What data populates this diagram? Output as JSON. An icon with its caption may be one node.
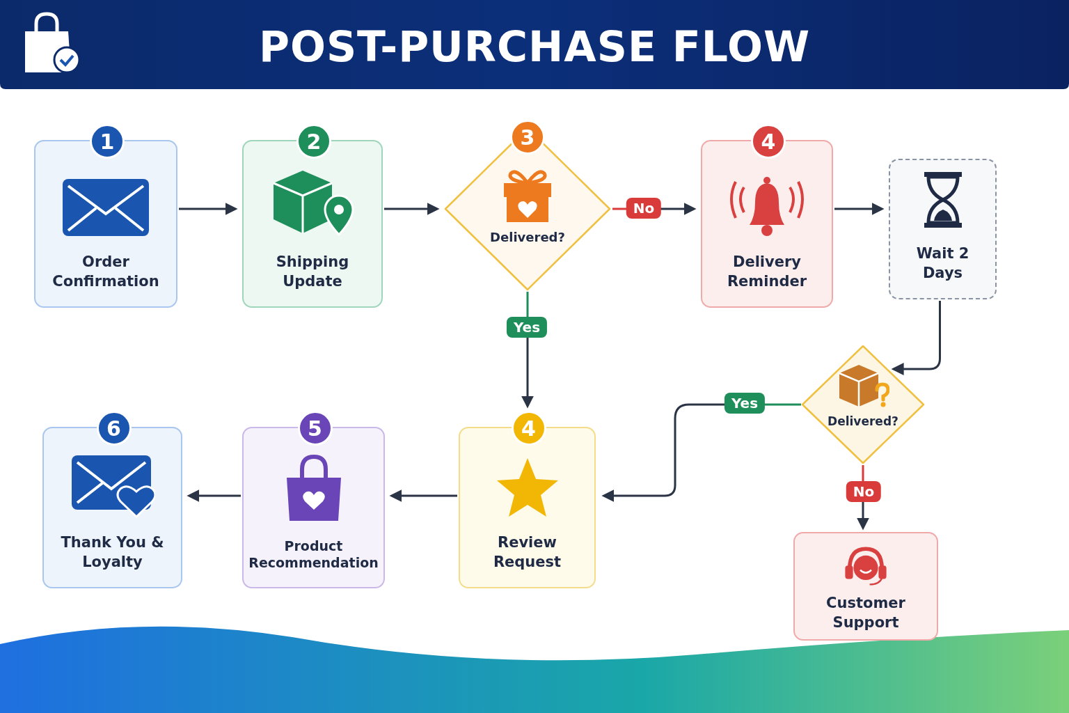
{
  "diagram": {
    "title": "POST-PURCHASE FLOW",
    "nodes": [
      {
        "text": [
          "1",
          "Order Confirmation"
        ]
      },
      {
        "text": [
          "2",
          "Shipping Update"
        ]
      },
      {
        "text": [
          "3",
          "Delivered?"
        ]
      },
      {
        "text": [
          "4",
          "Delivery Reminder"
        ]
      },
      {
        "text": [
          "Wait 2 Days"
        ]
      },
      {
        "text": [
          "Delivered?"
        ]
      },
      {
        "text": [
          "Customer Support"
        ]
      },
      {
        "text": [
          "4",
          "Review Request"
        ]
      },
      {
        "text": [
          "5",
          "Product Recommendation"
        ]
      },
      {
        "text": [
          "6",
          "Thank You & Loyalty"
        ]
      }
    ],
    "edges": [
      {
        "from": 0,
        "to": 1,
        "arrow": "to"
      },
      {
        "from": 1,
        "to": 2,
        "arrow": "to"
      },
      {
        "from": 2,
        "to": 3,
        "arrow": "to",
        "label": "No",
        "color": "#d93b3b"
      },
      {
        "from": 3,
        "to": 4,
        "arrow": "to"
      },
      {
        "from": 4,
        "to": 5,
        "arrow": "to"
      },
      {
        "from": 2,
        "to": 7,
        "arrow": "to",
        "label": "Yes",
        "color": "#1e8e5a"
      },
      {
        "from": 5,
        "to": 7,
        "arrow": "to",
        "label": "Yes",
        "color": "#1e8e5a"
      },
      {
        "from": 5,
        "to": 6,
        "arrow": "to",
        "label": "No",
        "color": "#d93b3b"
      },
      {
        "from": 7,
        "to": 8,
        "arrow": "to"
      },
      {
        "from": 8,
        "to": 9,
        "arrow": "to"
      }
    ]
  }
}
